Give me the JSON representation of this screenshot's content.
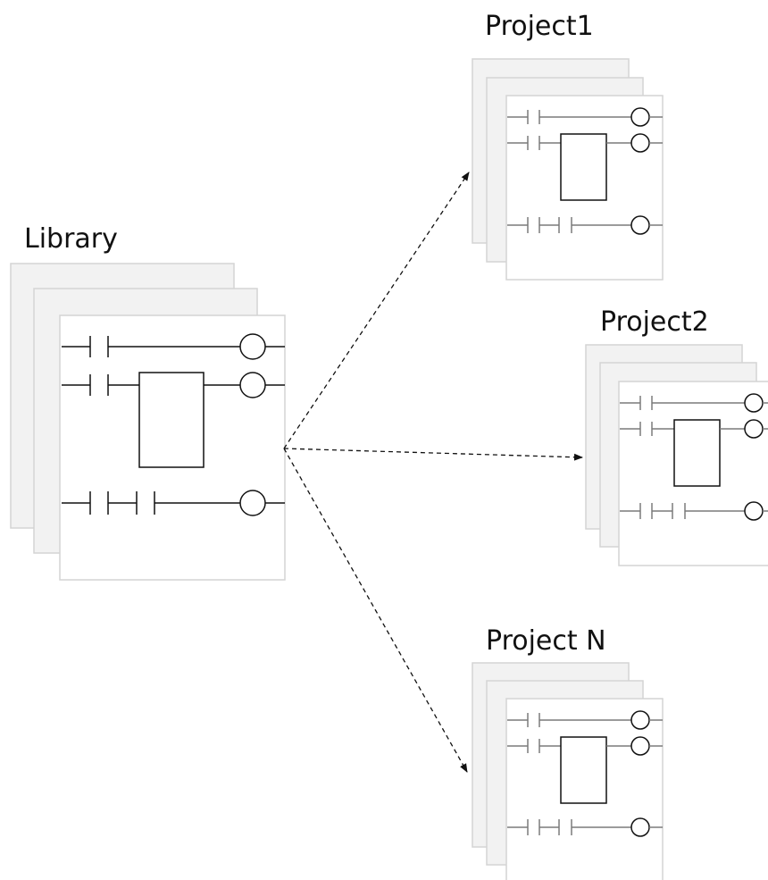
{
  "labels": {
    "library": "Library",
    "project1": "Project1",
    "project2": "Project2",
    "projectN": "Project N"
  },
  "colors": {
    "page_back": "#f2f2f2",
    "page_border": "#d4d4d4",
    "page_front": "#ffffff",
    "ladder_dark": "#111111",
    "ladder_gray": "#7a7a7a",
    "arrow": "#111111"
  }
}
